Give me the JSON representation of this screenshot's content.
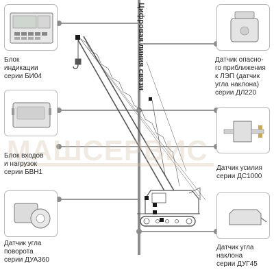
{
  "bus_label": "Цифровая линия связи",
  "watermark": "МАШСЕРВИС",
  "devices": {
    "bi04": "Блок\nиндикации\nсерии БИ04",
    "bvn1": "Блок входов\nи нагрузок\nсерии БВН1",
    "dua360": "Датчик угла\nповорота\nсерии ДУА360",
    "dl220": "Датчик опасно-\nго приближения\nк ЛЭП (датчик\nугла наклона)\nсерии ДЛ220",
    "ds1000": "Датчик усилия\nсерии ДС1000",
    "dug45": "Датчик угла\nнаклона\nсерии ДУГ45"
  },
  "colors": {
    "wire": "#8c8c8c",
    "crane": "#555555",
    "node": "#1a1a1a"
  }
}
